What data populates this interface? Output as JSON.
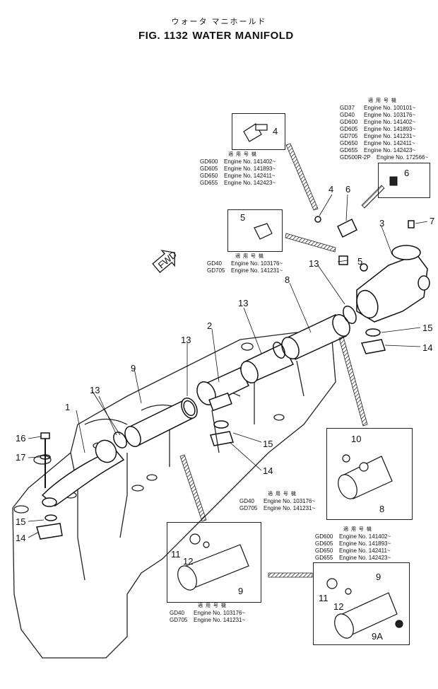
{
  "title_jp": "ウォータ マニホールド",
  "title_fig": "FIG. 1132",
  "title_name": "WATER MANIFOLD",
  "fwd_label": "FWD",
  "part_labels": [
    "1",
    "2",
    "3",
    "4",
    "5",
    "6",
    "7",
    "8",
    "9",
    "9A",
    "10",
    "11",
    "12",
    "13",
    "14",
    "15",
    "16",
    "17"
  ],
  "notes": {
    "header": "適 用 号 機",
    "top_right": [
      {
        "model": "GD37",
        "engine": "Engine No. 100101~"
      },
      {
        "model": "GD40",
        "engine": "Engine No. 103176~"
      },
      {
        "model": "GD600",
        "engine": "Engine No. 141402~"
      },
      {
        "model": "GD605",
        "engine": "Engine No. 141893~"
      },
      {
        "model": "GD705",
        "engine": "Engine No. 141231~"
      },
      {
        "model": "GD650",
        "engine": "Engine No. 142411~"
      },
      {
        "model": "GD655",
        "engine": "Engine No. 142423~"
      },
      {
        "model": "GD500R-2P",
        "engine": "Engine No. 172566~"
      }
    ],
    "part4": [
      {
        "model": "GD600",
        "engine": "Engine No. 141402~"
      },
      {
        "model": "GD605",
        "engine": "Engine No. 141893~"
      },
      {
        "model": "GD650",
        "engine": "Engine No. 142411~"
      },
      {
        "model": "GD655",
        "engine": "Engine No. 142423~"
      }
    ],
    "part5": [
      {
        "model": "GD40",
        "engine": "Engine No. 103176~"
      },
      {
        "model": "GD705",
        "engine": "Engine No. 141231~"
      }
    ],
    "part8": [
      {
        "model": "GD40",
        "engine": "Engine No. 103176~"
      },
      {
        "model": "GD705",
        "engine": "Engine No. 141231~"
      }
    ],
    "part9_left": [
      {
        "model": "GD40",
        "engine": "Engine No. 103176~"
      },
      {
        "model": "GD705",
        "engine": "Engine No. 141231~"
      }
    ],
    "part9_right": [
      {
        "model": "GD600",
        "engine": "Engine No. 141402~"
      },
      {
        "model": "GD605",
        "engine": "Engine No. 141893~"
      },
      {
        "model": "GD650",
        "engine": "Engine No. 142411~"
      },
      {
        "model": "GD655",
        "engine": "Engine No. 142423~"
      }
    ]
  }
}
